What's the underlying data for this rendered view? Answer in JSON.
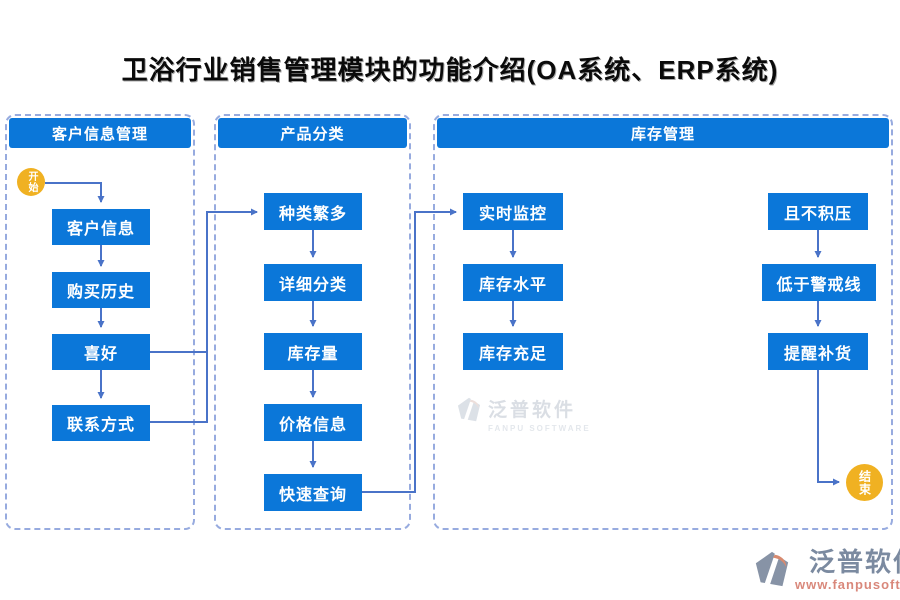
{
  "title": "卫浴行业销售管理模块的功能介绍(OA系统、ERP系统)",
  "colors": {
    "box_blue": "#0b77d9",
    "connector_blue": "#4a73c8",
    "dashed_border": "#97abdf",
    "circle_yellow": "#f0b122",
    "logo_slate": "#7b8aa0",
    "logo_salmon": "#d9887b"
  },
  "diagram": {
    "start_label": "开始",
    "end_label": "结束",
    "columns": [
      {
        "header": "客户信息管理",
        "nodes": [
          "客户信息",
          "购买历史",
          "喜好",
          "联系方式"
        ]
      },
      {
        "header": "产品分类",
        "nodes": [
          "种类繁多",
          "详细分类",
          "库存量",
          "价格信息",
          "快速查询"
        ]
      },
      {
        "header": "库存管理",
        "nodes_left": [
          "实时监控",
          "库存水平",
          "库存充足"
        ],
        "nodes_right": [
          "且不积压",
          "低于警戒线",
          "提醒补货"
        ]
      }
    ],
    "edges": [
      {
        "from": "开始",
        "to": "客户信息"
      },
      {
        "from": "客户信息",
        "to": "购买历史"
      },
      {
        "from": "购买历史",
        "to": "喜好"
      },
      {
        "from": "喜好",
        "to": "联系方式"
      },
      {
        "from": "喜好",
        "to": "种类繁多"
      },
      {
        "from": "联系方式",
        "to": "种类繁多"
      },
      {
        "from": "种类繁多",
        "to": "详细分类"
      },
      {
        "from": "详细分类",
        "to": "库存量"
      },
      {
        "from": "库存量",
        "to": "价格信息"
      },
      {
        "from": "价格信息",
        "to": "快速查询"
      },
      {
        "from": "快速查询",
        "to": "实时监控"
      },
      {
        "from": "实时监控",
        "to": "库存水平"
      },
      {
        "from": "库存水平",
        "to": "库存充足"
      },
      {
        "from": "且不积压",
        "to": "低于警戒线"
      },
      {
        "from": "低于警戒线",
        "to": "提醒补货"
      },
      {
        "from": "提醒补货",
        "to": "结束"
      }
    ]
  },
  "watermark": {
    "name": "泛普软件",
    "subtitle": "FANPU SOFTWARE"
  },
  "footer_logo": {
    "name": "泛普软件",
    "url": "www.fanpusoft.com"
  }
}
